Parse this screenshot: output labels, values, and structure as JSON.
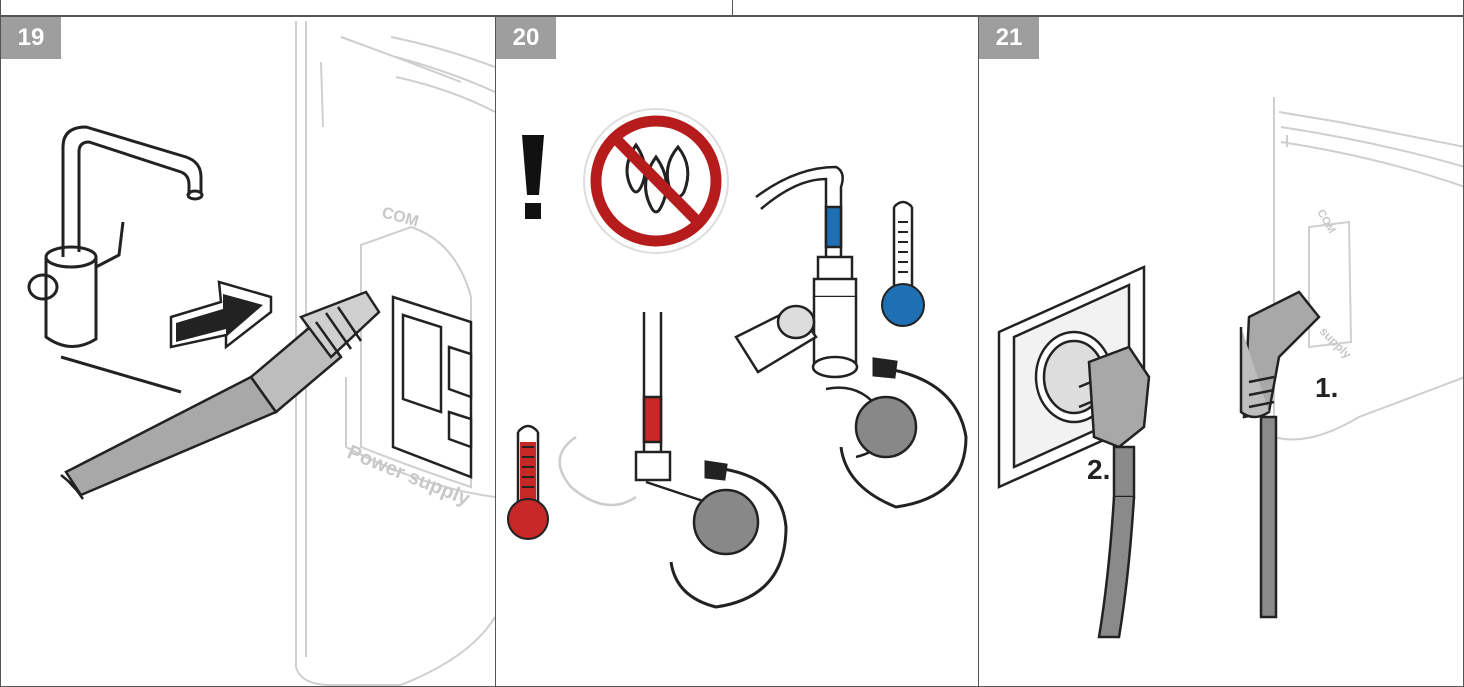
{
  "panels": [
    {
      "number": "19",
      "device_label_top": "COM",
      "device_label_bottom": "Power supply"
    },
    {
      "number": "20"
    },
    {
      "number": "21",
      "device_label_top": "COM",
      "device_label_bottom": "supply",
      "step_one": "1.",
      "step_two": "2."
    }
  ],
  "colors": {
    "badge": "#9e9e9e",
    "cold": "#1e6fb3",
    "hot": "#c62828",
    "prohibition": "#b71c1c"
  },
  "icons": [
    "faucet-icon",
    "arrow-icon",
    "warning-exclamation-icon",
    "no-dripping-icon",
    "thermometer-cold-icon",
    "thermometer-hot-icon",
    "rotate-arrow-icon",
    "power-plug-icon",
    "wall-socket-icon"
  ]
}
